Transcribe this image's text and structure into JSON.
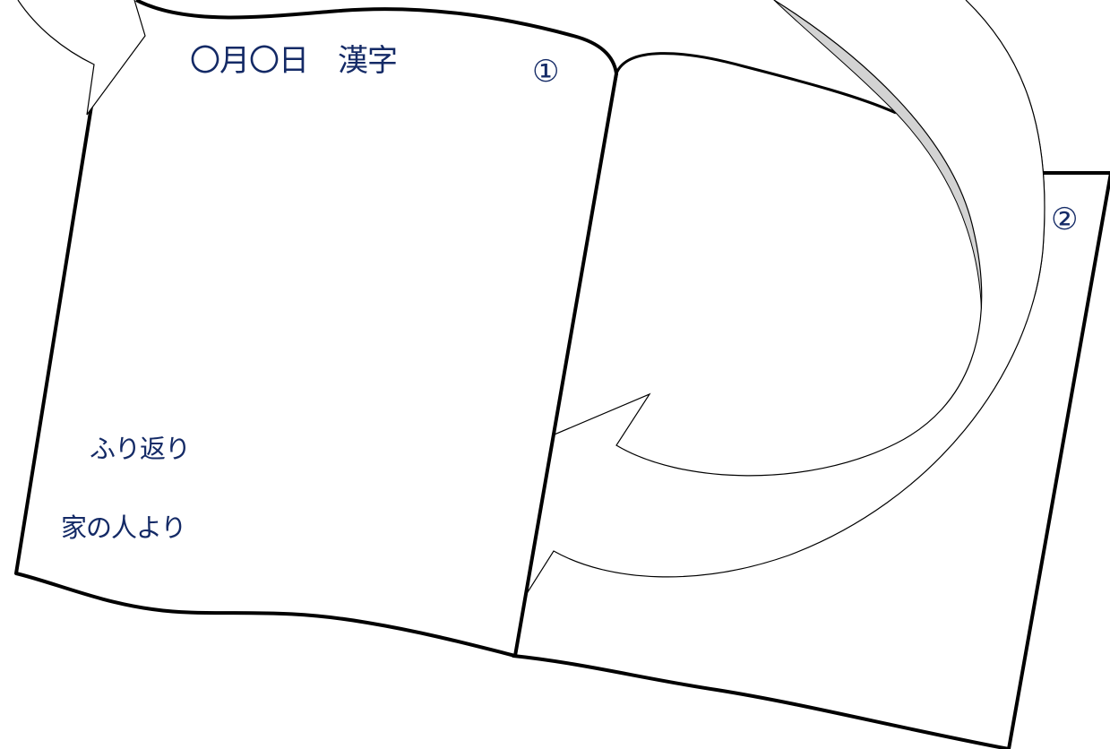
{
  "diagram": {
    "title": "〇月〇日　漢字",
    "page_markers": [
      "①",
      "②"
    ],
    "left_page_labels": {
      "reflection": "ふり返り",
      "from_family": "家の人より"
    },
    "colors": {
      "text": "#142a66",
      "outline": "#000000",
      "page_fill": "#ffffff",
      "curl_shadow": "#d3d3d3"
    }
  }
}
